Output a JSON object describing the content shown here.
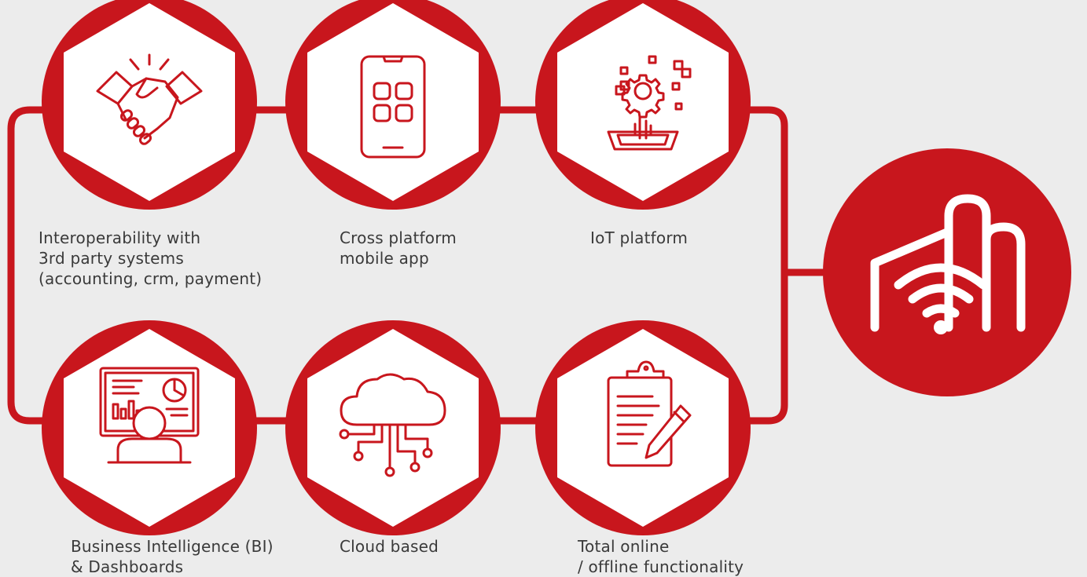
{
  "colors": {
    "accent": "#c8161d",
    "background": "#ececec",
    "hexagon_fill": "#ffffff",
    "text": "#3a3a3a"
  },
  "features": [
    {
      "name": "interoperability",
      "icon": "handshake-icon",
      "label": "Interoperability with\n3rd party systems\n(accounting, crm, payment)"
    },
    {
      "name": "cross-platform",
      "icon": "mobile-app-icon",
      "label": "Cross platform\nmobile app"
    },
    {
      "name": "iot",
      "icon": "iot-gear-icon",
      "label": "IoT platform"
    },
    {
      "name": "business-intelligence",
      "icon": "dashboard-icon",
      "label": "Business Intelligence (BI)\n& Dashboards"
    },
    {
      "name": "cloud",
      "icon": "cloud-icon",
      "label": "Cloud based"
    },
    {
      "name": "offline",
      "icon": "clipboard-pencil-icon",
      "label": "Total online\n/ offline functionality"
    }
  ],
  "hub": {
    "icon": "smart-building-wifi-icon"
  }
}
